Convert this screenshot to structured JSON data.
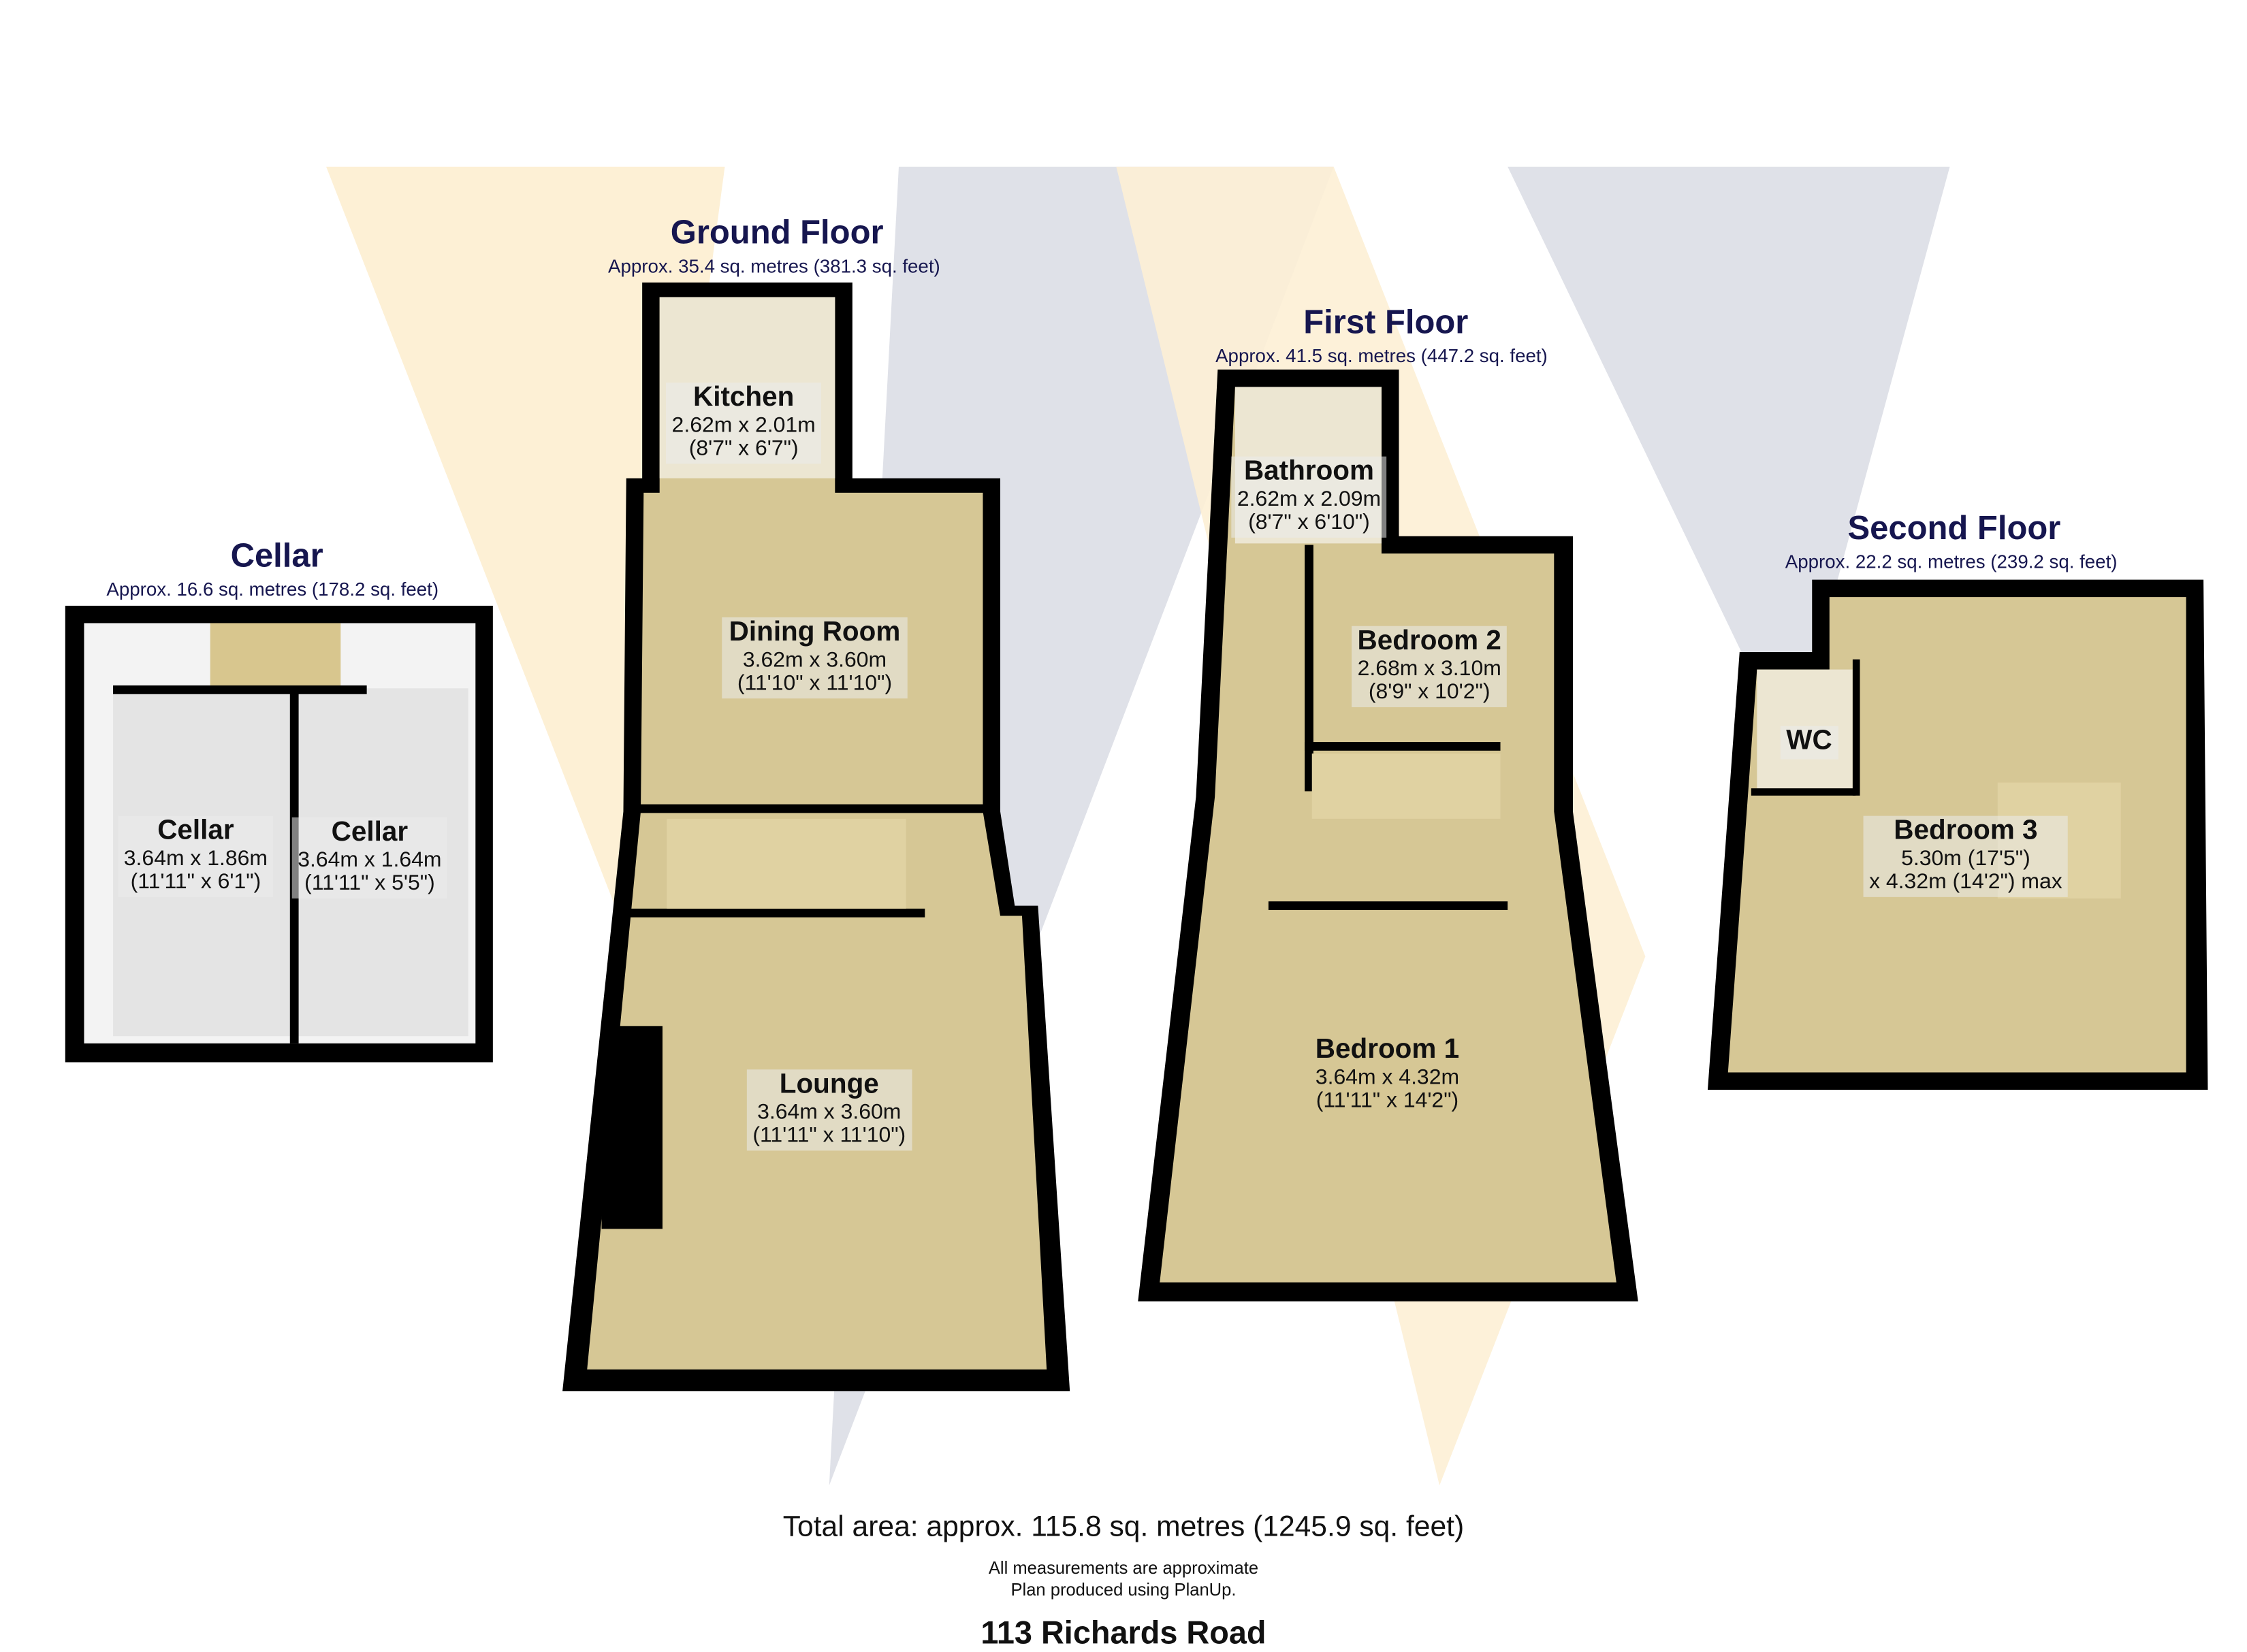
{
  "floors": {
    "cellar": {
      "title": "Cellar",
      "area": "Approx. 16.6 sq. metres (178.2 sq. feet)"
    },
    "ground": {
      "title": "Ground Floor",
      "area": "Approx. 35.4 sq. metres (381.3 sq. feet)"
    },
    "first": {
      "title": "First Floor",
      "area": "Approx. 41.5 sq. metres (447.2 sq. feet)"
    },
    "second": {
      "title": "Second Floor",
      "area": "Approx. 22.2 sq. metres (239.2 sq. feet)"
    }
  },
  "rooms": {
    "cellar1": {
      "name": "Cellar",
      "metric": "3.64m x 1.86m",
      "imperial": "(11'11\" x 6'1\")"
    },
    "cellar2": {
      "name": "Cellar",
      "metric": "3.64m x 1.64m",
      "imperial": "(11'11\" x 5'5\")"
    },
    "kitchen": {
      "name": "Kitchen",
      "metric": "2.62m x 2.01m",
      "imperial": "(8'7\" x 6'7\")"
    },
    "dining": {
      "name": "Dining Room",
      "metric": "3.62m x 3.60m",
      "imperial": "(11'10\" x 11'10\")"
    },
    "lounge": {
      "name": "Lounge",
      "metric": "3.64m x 3.60m",
      "imperial": "(11'11\" x 11'10\")"
    },
    "bathroom": {
      "name": "Bathroom",
      "metric": "2.62m x 2.09m",
      "imperial": "(8'7\" x 6'10\")"
    },
    "bedroom2": {
      "name": "Bedroom 2",
      "metric": "2.68m x 3.10m",
      "imperial": "(8'9\" x 10'2\")"
    },
    "bedroom1": {
      "name": "Bedroom 1",
      "metric": "3.64m x 4.32m",
      "imperial": "(11'11\" x 14'2\")"
    },
    "wc": {
      "name": "WC"
    },
    "bedroom3": {
      "name": "Bedroom 3",
      "metric": "5.30m (17'5\")",
      "imperial": "x 4.32m (14'2\") max"
    }
  },
  "footer": {
    "total": "Total area: approx. 115.8 sq. metres (1245.9 sq. feet)",
    "note1": "All measurements are approximate",
    "note2": "Plan produced using PlanUp.",
    "address": "113 Richards Road"
  },
  "colors": {
    "title": "#16164f",
    "wall": "#000000",
    "carpet": "#d6c795",
    "watermark_cream": "#fdf0d5",
    "watermark_gray": "#dfe1e8"
  }
}
